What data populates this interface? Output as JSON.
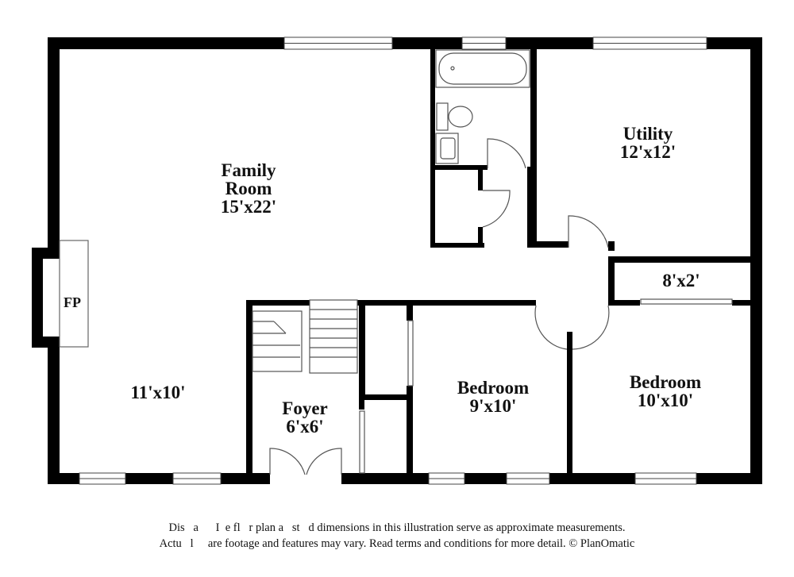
{
  "rooms": {
    "family_room": {
      "name": "Family",
      "name2": "Room",
      "size": "15'x22'"
    },
    "utility": {
      "name": "Utility",
      "size": "12'x12'"
    },
    "closet_8x2": {
      "size": "8'x2'"
    },
    "fireplace": {
      "label": "FP"
    },
    "dining": {
      "size": "11'x10'"
    },
    "foyer": {
      "name": "Foyer",
      "size": "6'x6'"
    },
    "bedroom_1": {
      "name": "Bedroom",
      "size": "9'x10'"
    },
    "bedroom_2": {
      "name": "Bedroom",
      "size": "10'x10'"
    }
  },
  "disclaimer": {
    "line1": "Dis   a      I  e fl   r plan a   st   d dimensions in this illustration serve as approximate measurements.",
    "line2": "Actu   l     are footage and features may vary. Read terms and conditions for more detail. © PlanOmatic"
  },
  "colors": {
    "wall": "#000000",
    "fixture": "#555555",
    "background": "#ffffff"
  }
}
